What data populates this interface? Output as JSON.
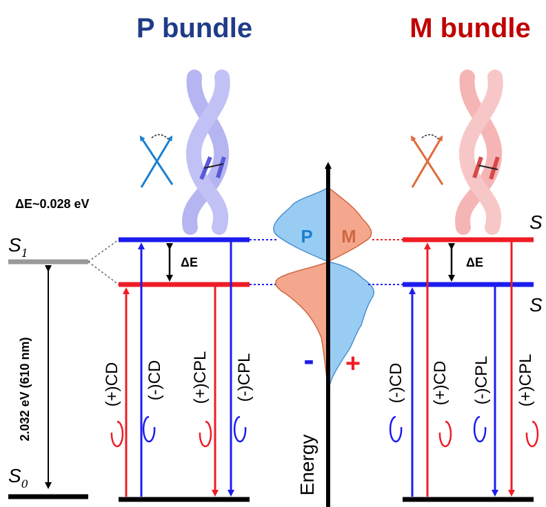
{
  "titles": {
    "p_bundle": "P bundle",
    "m_bundle": "M bundle"
  },
  "left": {
    "delta_e_note": "ΔE~0.028 eV",
    "s1": "S",
    "s1_sub": "1",
    "s0": "S",
    "s0_sub": "0",
    "gap": "2.032 eV (610 nm)"
  },
  "p_panel": {
    "delta_e": "ΔE",
    "transitions": [
      "(+)CD",
      "(-)CD",
      "(+)CPL",
      "(-)CPL"
    ],
    "transition_colors": [
      "#ee1c25",
      "#1c1cee",
      "#ee1c25",
      "#1c1cee"
    ],
    "upper_level_color": "#1c1cee",
    "lower_level_color": "#ee1c25"
  },
  "m_panel": {
    "delta_e": "ΔE",
    "transitions": [
      "(-)CD",
      "(+)CD",
      "(-)CPL",
      "(+)CPL"
    ],
    "transition_colors": [
      "#1c1cee",
      "#ee1c25",
      "#1c1cee",
      "#ee1c25"
    ],
    "upper_level_color": "#ee1c25",
    "lower_level_color": "#1c1cee",
    "s_upper": "S",
    "s_lower": "S"
  },
  "center": {
    "axis_label": "Energy",
    "p_label": "P",
    "m_label": "M",
    "minus": "-",
    "plus": "+"
  },
  "colors": {
    "p_title": "#1f3c88",
    "m_title": "#c00000",
    "blue": "#1c1cee",
    "red": "#ee1c25",
    "p_fill": "#99ccf2",
    "m_fill": "#f4a78d"
  }
}
